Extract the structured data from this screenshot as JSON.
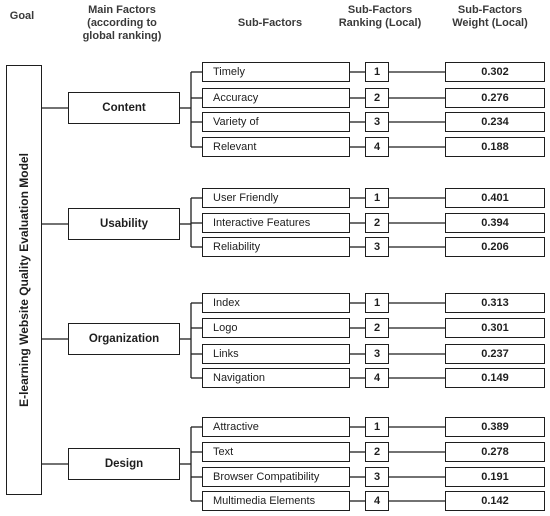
{
  "headers": {
    "goal": "Goal",
    "main_line1": "Main Factors",
    "main_line2": "(according to",
    "main_line3": "global ranking)",
    "sub": "Sub-Factors",
    "rank_line1": "Sub-Factors",
    "rank_line2": "Ranking (Local)",
    "weight_line1": "Sub-Factors",
    "weight_line2": "Weight (Local)"
  },
  "goal": "E-learning Website Quality Evaluation Model",
  "factors": [
    {
      "name": "Content",
      "subs": [
        {
          "name": "Timely",
          "rank": "1",
          "weight": "0.302"
        },
        {
          "name": "Accuracy",
          "rank": "2",
          "weight": "0.276"
        },
        {
          "name": "Variety of",
          "rank": "3",
          "weight": "0.234"
        },
        {
          "name": "Relevant",
          "rank": "4",
          "weight": "0.188"
        }
      ]
    },
    {
      "name": "Usability",
      "subs": [
        {
          "name": "User Friendly",
          "rank": "1",
          "weight": "0.401"
        },
        {
          "name": "Interactive Features",
          "rank": "2",
          "weight": "0.394"
        },
        {
          "name": "Reliability",
          "rank": "3",
          "weight": "0.206"
        }
      ]
    },
    {
      "name": "Organization",
      "subs": [
        {
          "name": "Index",
          "rank": "1",
          "weight": "0.313"
        },
        {
          "name": "Logo",
          "rank": "2",
          "weight": "0.301"
        },
        {
          "name": "Links",
          "rank": "3",
          "weight": "0.237"
        },
        {
          "name": "Navigation",
          "rank": "4",
          "weight": "0.149"
        }
      ]
    },
    {
      "name": "Design",
      "subs": [
        {
          "name": "Attractive",
          "rank": "1",
          "weight": "0.389"
        },
        {
          "name": "Text",
          "rank": "2",
          "weight": "0.278"
        },
        {
          "name": "Browser Compatibility",
          "rank": "3",
          "weight": "0.191"
        },
        {
          "name": "Multimedia Elements",
          "rank": "4",
          "weight": "0.142"
        }
      ]
    }
  ]
}
